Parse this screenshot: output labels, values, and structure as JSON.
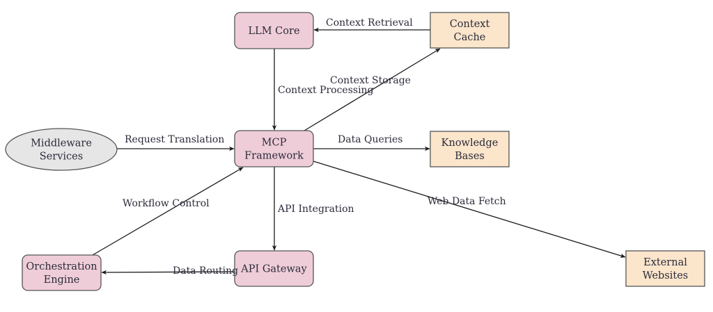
{
  "colors": {
    "core": "#efcdd8",
    "data_source": "#fbe5cb",
    "service": "#e6e6e6",
    "edge": "#1a1a1a"
  },
  "nodes": [
    {
      "id": "llm-core",
      "lines": [
        "LLM Core"
      ],
      "kind": "core",
      "shape": "rounded-rect"
    },
    {
      "id": "context-cache",
      "lines": [
        "Context",
        "Cache"
      ],
      "kind": "data_source",
      "shape": "rect"
    },
    {
      "id": "middleware-services",
      "lines": [
        "Middleware",
        "Services"
      ],
      "kind": "service",
      "shape": "ellipse"
    },
    {
      "id": "mcp-framework",
      "lines": [
        "MCP",
        "Framework"
      ],
      "kind": "core",
      "shape": "rounded-rect"
    },
    {
      "id": "knowledge-bases",
      "lines": [
        "Knowledge",
        "Bases"
      ],
      "kind": "data_source",
      "shape": "rect"
    },
    {
      "id": "orchestration-engine",
      "lines": [
        "Orchestration",
        "Engine"
      ],
      "kind": "core",
      "shape": "rounded-rect"
    },
    {
      "id": "api-gateway",
      "lines": [
        "API Gateway"
      ],
      "kind": "core",
      "shape": "rounded-rect"
    },
    {
      "id": "external-websites",
      "lines": [
        "External",
        "Websites"
      ],
      "kind": "data_source",
      "shape": "rect"
    }
  ],
  "edges": [
    {
      "id": "context-retrieval",
      "from": "context-cache",
      "to": "llm-core",
      "label": "Context Retrieval"
    },
    {
      "id": "context-processing",
      "from": "llm-core",
      "to": "mcp-framework",
      "label": "Context Processing"
    },
    {
      "id": "context-storage",
      "from": "mcp-framework",
      "to": "context-cache",
      "label": "Context Storage"
    },
    {
      "id": "request-translation",
      "from": "middleware-services",
      "to": "mcp-framework",
      "label": "Request Translation"
    },
    {
      "id": "data-queries",
      "from": "mcp-framework",
      "to": "knowledge-bases",
      "label": "Data Queries"
    },
    {
      "id": "workflow-control",
      "from": "orchestration-engine",
      "to": "mcp-framework",
      "label": "Workflow Control"
    },
    {
      "id": "api-integration",
      "from": "mcp-framework",
      "to": "api-gateway",
      "label": "API Integration"
    },
    {
      "id": "web-data-fetch",
      "from": "mcp-framework",
      "to": "external-websites",
      "label": "Web Data Fetch"
    },
    {
      "id": "data-routing",
      "from": "api-gateway",
      "to": "orchestration-engine",
      "label": "Data Routing"
    }
  ]
}
